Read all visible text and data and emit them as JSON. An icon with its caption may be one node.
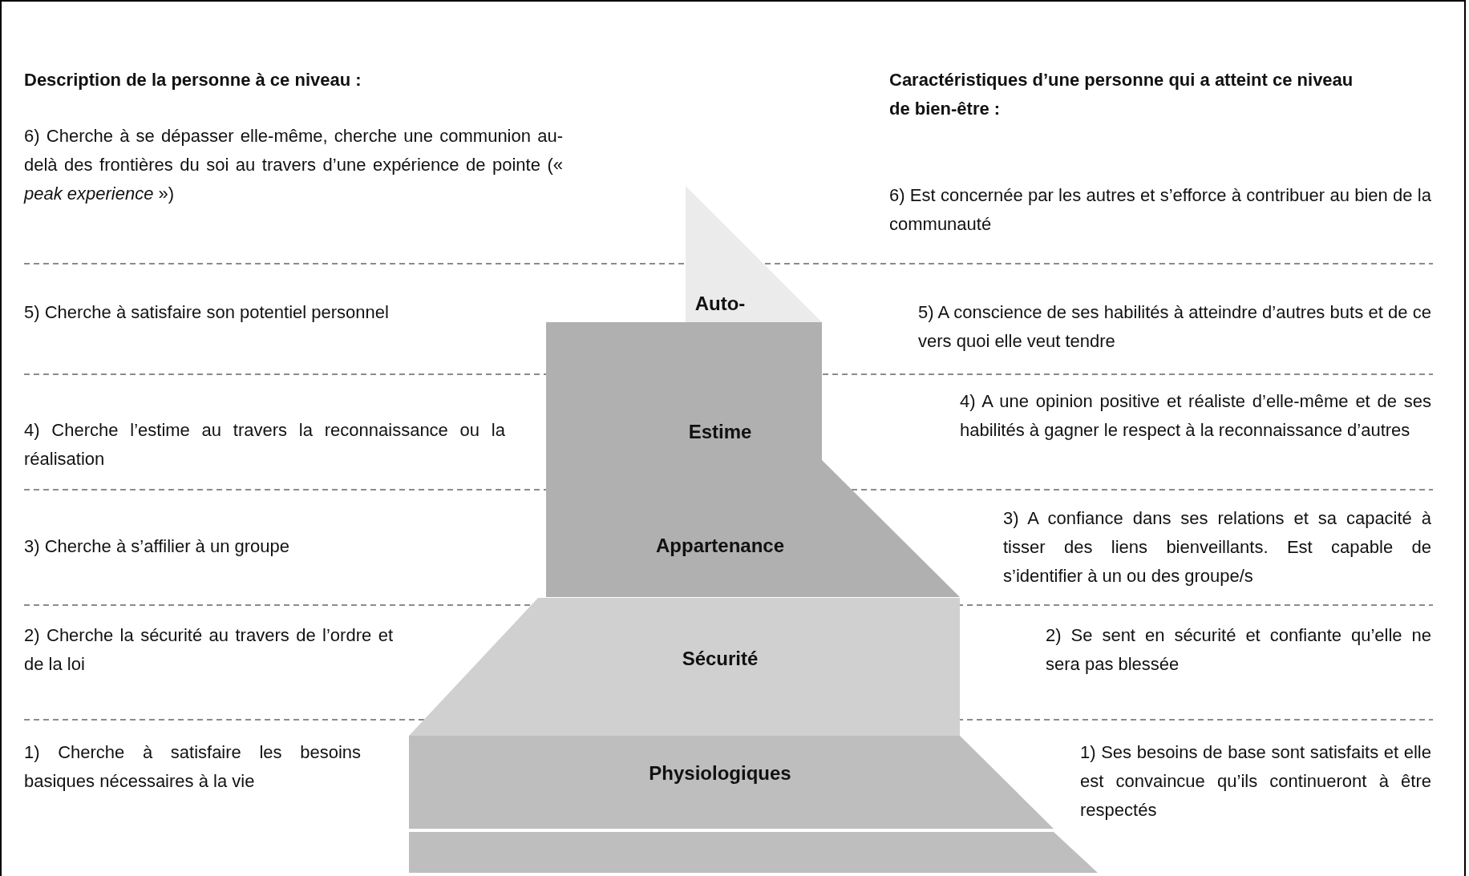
{
  "diagram": {
    "nodes": [
      {
        "text": [
          "Auto-"
        ]
      },
      {
        "text": [
          "Estime"
        ]
      },
      {
        "text": [
          "Appartenance"
        ]
      },
      {
        "text": [
          "Sécurité"
        ]
      },
      {
        "text": [
          "Physiologiques"
        ]
      },
      {
        "text": [],
        "shape": "box"
      }
    ],
    "labels": [
      "Description de la personne à ce niveau :",
      "Caractéristiques d’une personne qui a atteint ce niveau de bien-être :",
      "6) Cherche à se dépasser elle-même, cherche une communion au-delà des frontières du soi au travers d’une expérience de pointe (« *peak experience* »)",
      "6) Est concernée par les autres et s’efforce à contribuer au bien de la communauté",
      "5) Cherche à satisfaire son potentiel personnel",
      "5) A conscience de ses habilités à atteindre d’autres buts et de ce vers quoi elle veut tendre",
      "4) Cherche l’estime au travers la reconnaissance ou la réalisation",
      "4) A une opinion positive et réaliste d’elle-même et de ses habilités à gagner le respect à la reconnaissance d’autres",
      "3) Cherche à s’affilier à un groupe",
      "3) A confiance dans ses relations et sa capacité à tisser des liens bienveillants. Est capable de s’identifier à un ou des groupe/s",
      "2) Cherche la sécurité au travers de l’ordre et de la loi",
      "2) Se sent en sécurité et confiante qu’elle ne sera pas blessée",
      "1) Cherche à satisfaire les besoins basiques nécessaires à la vie",
      "1) Ses besoins de base sont satisfaits et elle est convaincue qu’ils continueront à être respectés"
    ]
  }
}
